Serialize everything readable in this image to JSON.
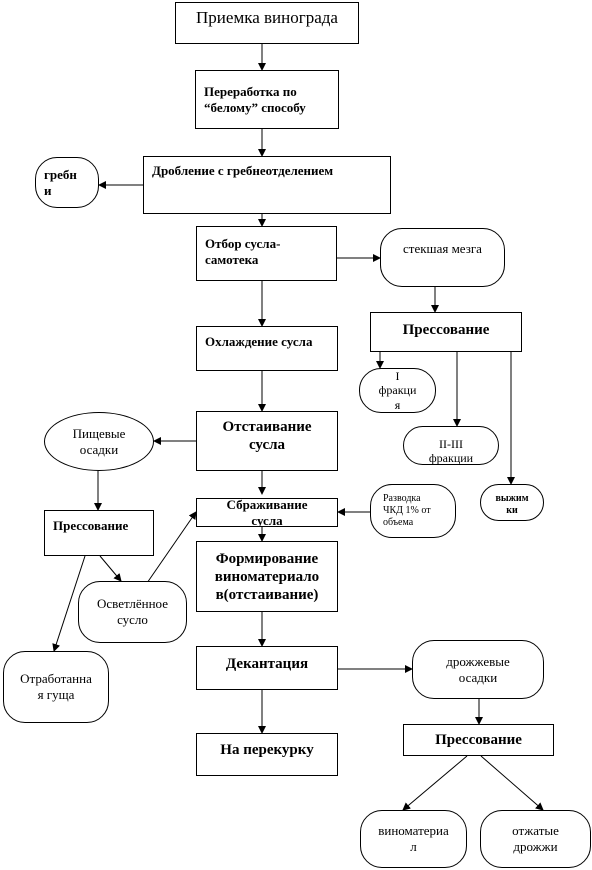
{
  "diagram": {
    "nodes": {
      "reception": "Приемка винограда",
      "processing": "Переработка по\n“белому” способу",
      "crushing": "Дробление с гребнеотделением",
      "stems": "гребн\nи",
      "must_selection": "Отбор сусла-\nсамотека",
      "drained_pulp": "стекшая мезга",
      "pressing_pulp": "Прессование",
      "fraction_1": "I\nфракци\nя",
      "fraction_2_3": "II-III\nфракции",
      "pomace": "выжим\nки",
      "cooling": "Охлаждение сусла",
      "settling": "Отстаивание\nсусла",
      "food_sediments": "Пищевые\nосадки",
      "pressing_sediments": "Прессование",
      "clarified_must": "Осветлённое\nсусло",
      "spent_grounds": "Отработанна\nя гуща",
      "fermentation": "Сбраживание\nсусла",
      "yeast_culture": "Разводка\nЧКД 1% от\nобъема",
      "formation": "Формирование\nвиноматериало\nв(отстаивание)",
      "decantation": "Декантация",
      "yeast_sediments": "дрожжевые\nосадки",
      "pressing_yeast": "Прессование",
      "distillation": "На перекурку",
      "wine_material": "виноматериа\nл",
      "pressed_yeast": "отжатые\nдрожжи"
    }
  }
}
